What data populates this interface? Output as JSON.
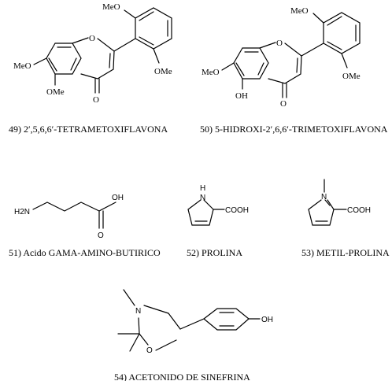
{
  "compounds": [
    {
      "caption": "49) 2′,5,6,6′-TETRAMETOXIFLAVONA",
      "labels": {
        "o_ring": "O",
        "ome_top": "MeO",
        "ome_right": "OMe",
        "ome_left": "MeO",
        "ome_bottom": "OMe",
        "o_carbonyl": "O"
      }
    },
    {
      "caption": "50) 5-HIDROXI-2′,6,6′-TRIMETOXIFLAVONA",
      "labels": {
        "o_ring": "O",
        "ome_top": "MeO",
        "ome_right": "OMe",
        "ome_left": "MeO",
        "oh": "OH",
        "o_carbonyl": "O"
      }
    },
    {
      "caption": "51) Acido GAMA-AMINO-BUTIRICO",
      "labels": {
        "nh2": "H2N",
        "oh": "OH",
        "o": "O"
      }
    },
    {
      "caption": "52) PROLINA",
      "labels": {
        "nh": "H\nN",
        "cooh": "COOH"
      }
    },
    {
      "caption": "53) METIL-PROLINA",
      "labels": {
        "n": "N",
        "cooh": "COOH"
      }
    },
    {
      "caption": "54) ACETONIDO DE SINEFRINA",
      "labels": {
        "n": "N",
        "o": "O",
        "oh": "OH"
      }
    }
  ]
}
